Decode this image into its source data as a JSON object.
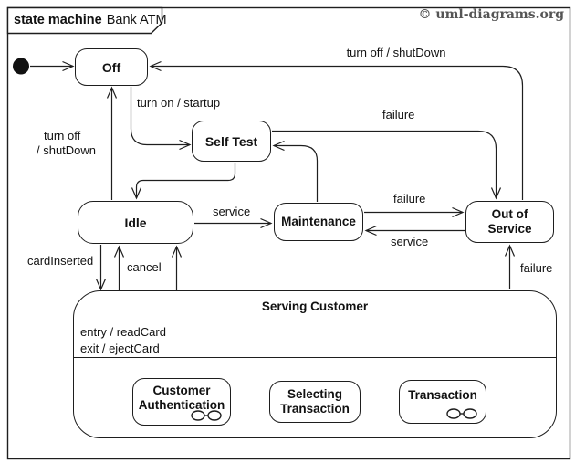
{
  "frame": {
    "title_keyword": "state machine",
    "title_name": "Bank ATM",
    "copyright": "© uml-diagrams.org"
  },
  "states": {
    "off": {
      "label": "Off"
    },
    "self_test": {
      "label": "Self Test"
    },
    "idle": {
      "label": "Idle"
    },
    "maintenance": {
      "label": "Maintenance"
    },
    "out_of_service": {
      "line1": "Out of",
      "line2": "Service"
    },
    "serving_customer": {
      "label": "Serving Customer",
      "entry_action": "entry / readCard",
      "exit_action": "exit / ejectCard"
    },
    "customer_authentication": {
      "line1": "Customer",
      "line2": "Authentication"
    },
    "selecting_transaction": {
      "line1": "Selecting",
      "line2": "Transaction"
    },
    "transaction": {
      "label": "Transaction"
    }
  },
  "transitions": {
    "oos_to_off": {
      "label": "turn off / shutDown"
    },
    "idle_to_off": {
      "label_line1": "turn off",
      "label_line2": "/ shutDown"
    },
    "off_to_self_test": {
      "label": "turn on / startup"
    },
    "self_test_to_oos": {
      "label": "failure"
    },
    "maintenance_to_oos": {
      "label": "failure"
    },
    "serving_to_oos": {
      "label": "failure"
    },
    "idle_to_maintenance": {
      "label": "service"
    },
    "oos_to_maintenance": {
      "label": "service"
    },
    "idle_to_serving": {
      "label": "cardInserted"
    },
    "serving_to_idle": {
      "label": "cancel"
    }
  },
  "colors": {
    "stroke": "#1e1e1e",
    "copyright": "#555555"
  }
}
